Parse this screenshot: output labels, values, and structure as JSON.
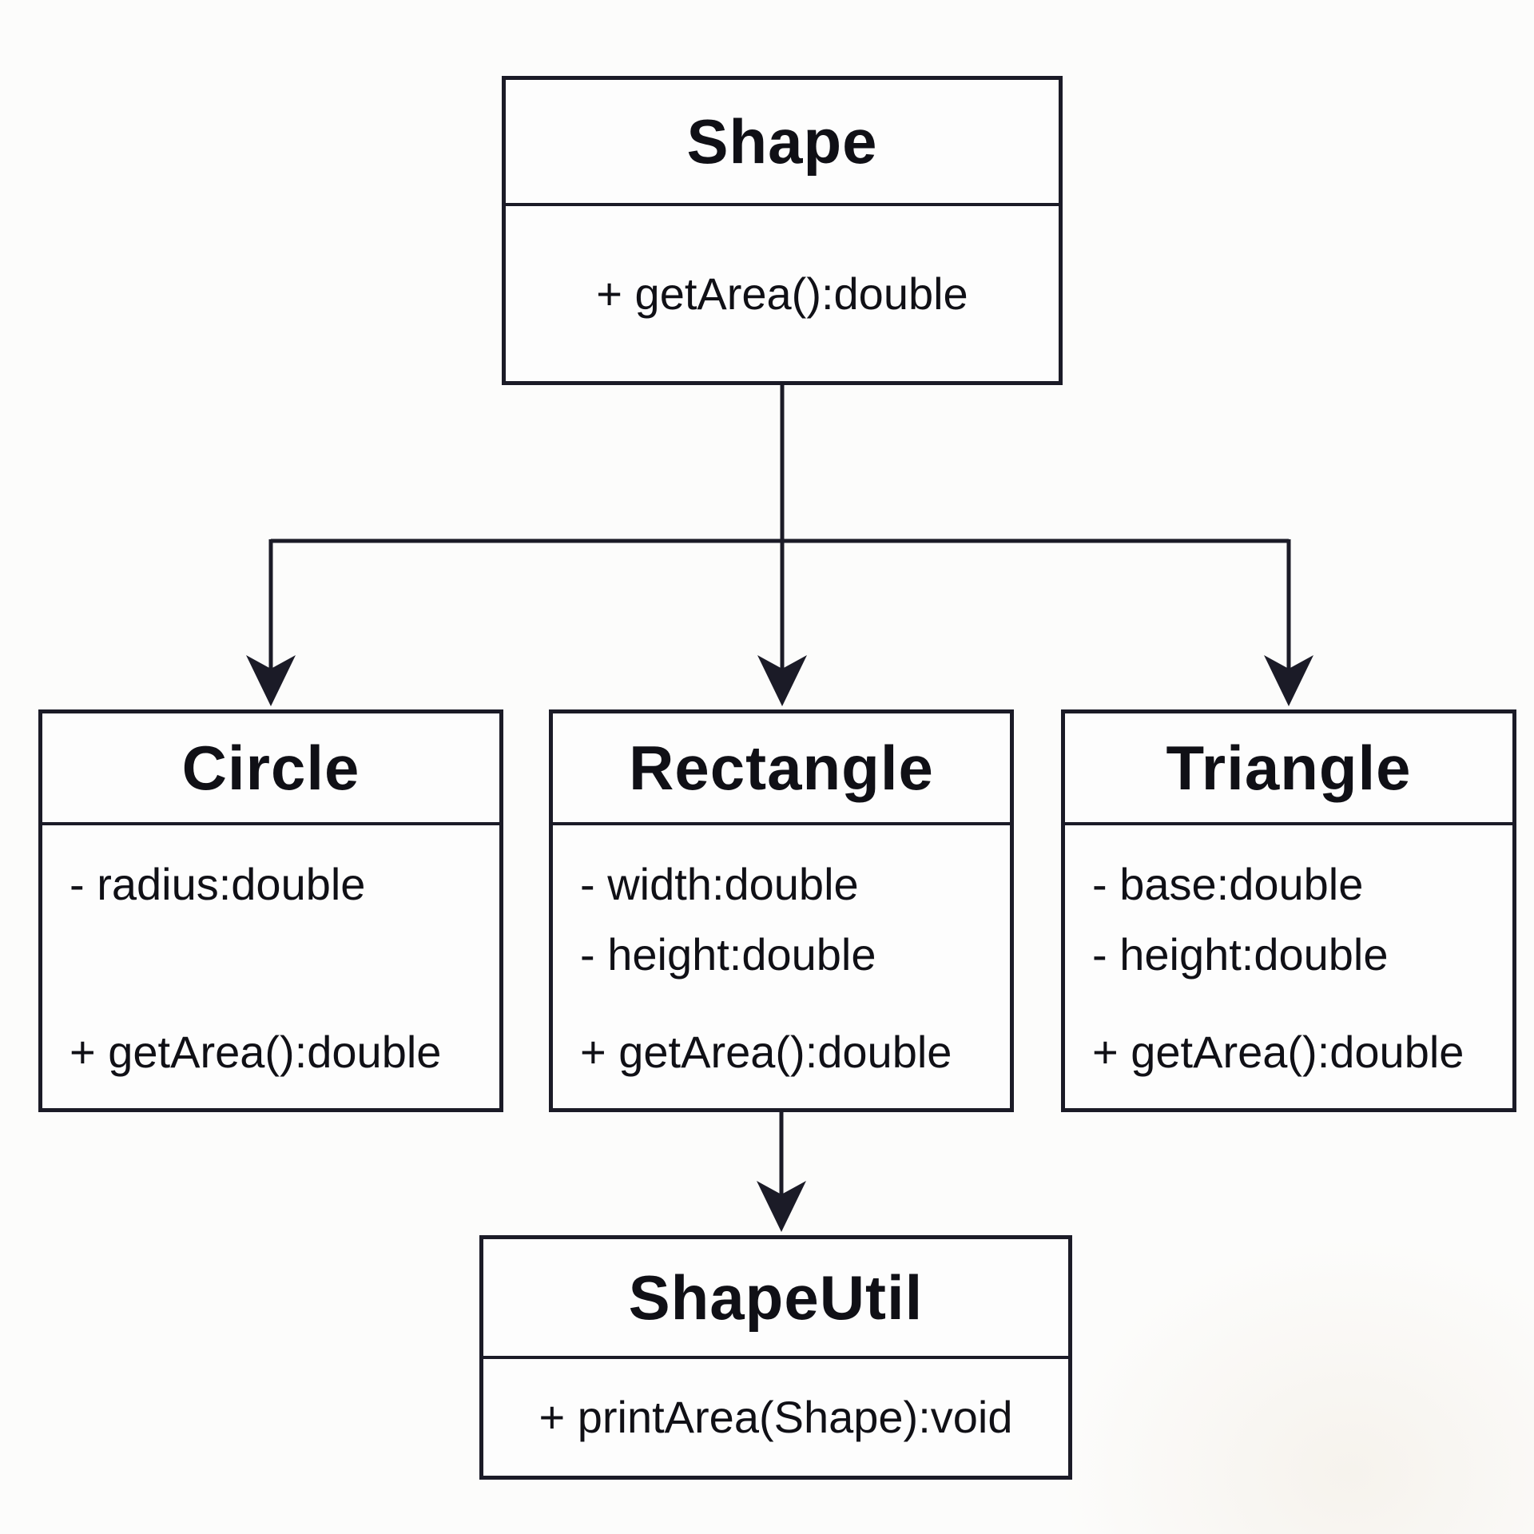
{
  "diagram": {
    "type": "uml-class-diagram",
    "classes": {
      "shape": {
        "name": "Shape",
        "attributes": [],
        "methods": [
          "+ getArea():double"
        ]
      },
      "circle": {
        "name": "Circle",
        "attributes": [
          "- radius:double"
        ],
        "methods": [
          "+ getArea():double"
        ]
      },
      "rectangle": {
        "name": "Rectangle",
        "attributes": [
          "- width:double",
          "- height:double"
        ],
        "methods": [
          "+ getArea():double"
        ]
      },
      "triangle": {
        "name": "Triangle",
        "attributes": [
          "- base:double",
          "- height:double"
        ],
        "methods": [
          "+ getArea():double"
        ]
      },
      "shapeutil": {
        "name": "ShapeUtil",
        "attributes": [],
        "methods": [
          "+ printArea(Shape):void"
        ]
      }
    },
    "relationships": [
      {
        "from": "Shape",
        "to": "Circle",
        "arrow": "filled-arrow-down"
      },
      {
        "from": "Shape",
        "to": "Rectangle",
        "arrow": "filled-arrow-down"
      },
      {
        "from": "Shape",
        "to": "Triangle",
        "arrow": "filled-arrow-down"
      },
      {
        "from": "Rectangle",
        "to": "ShapeUtil",
        "arrow": "filled-arrow-down"
      }
    ],
    "colors": {
      "line": "#1b1b27",
      "background": "#fcfcfb",
      "box_fill": "#fdfdfd",
      "text": "#101016"
    }
  }
}
